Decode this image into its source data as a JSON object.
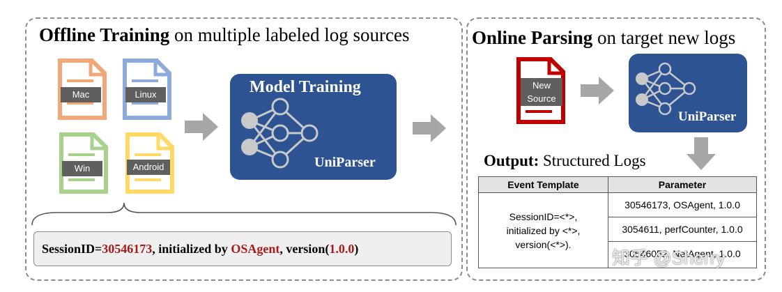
{
  "left_title": {
    "bold": "Offline Training",
    "rest": " on multiple labeled log sources"
  },
  "right_title": {
    "bold": "Online Parsing",
    "rest": " on target new logs"
  },
  "sources": [
    {
      "label": "Mac",
      "color": "#f0a87a"
    },
    {
      "label": "Linux",
      "color": "#8eaadb"
    },
    {
      "label": "Win",
      "color": "#a9d18e"
    },
    {
      "label": "Android",
      "color": "#ffd966"
    }
  ],
  "new_source": {
    "line1": "New",
    "line2": "Source",
    "color": "#c00000"
  },
  "model_left": {
    "title": "Model Training",
    "name": "UniParser"
  },
  "model_right": {
    "name": "UniParser"
  },
  "model_color": "#2d5393",
  "example_log": {
    "p1": "SessionID=",
    "v1": "30546173",
    "p2": ", initialized by ",
    "v2": "OSAgent",
    "p3": ", version(",
    "v3": "1.0.0",
    "p4": ")",
    "param_color": "#a71b1b"
  },
  "output": {
    "bold": "Output:",
    "rest": " Structured Logs"
  },
  "table": {
    "headers": [
      "Event Template",
      "Parameter"
    ],
    "template": [
      "SessionID=<*>,",
      "initialized by <*>,",
      "version(<*>)."
    ],
    "params": [
      "30546173,  OSAgent, 1.0.0",
      "3054611,  perfCounter, 1.0.0",
      "30546052, NetAgent, 1.0.0"
    ]
  },
  "watermark": "知乎 @Sherry"
}
